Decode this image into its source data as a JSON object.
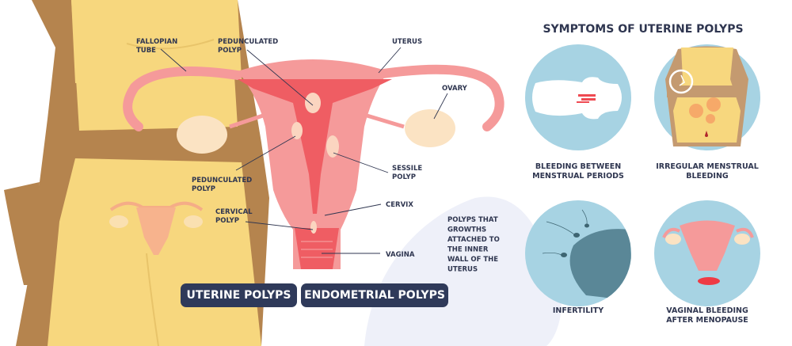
{
  "labels": {
    "fallopian_tube": [
      "FALLOPIAN",
      "TUBE"
    ],
    "pedunculated_top": [
      "PEDUNCULATED",
      "POLYP"
    ],
    "uterus": "UTERUS",
    "ovary": "OVARY",
    "sessile": [
      "SESSILE",
      "POLYP"
    ],
    "pedunculated_side": [
      "PEDUNCULATED",
      "POLYP"
    ],
    "cervical": [
      "CERVICAL",
      "POLYP"
    ],
    "cervix": "CERVIX",
    "vagina": "VAGINA"
  },
  "note": [
    "POLYPS THAT",
    "GROWTHS",
    "ATTACHED TO",
    "THE INNER",
    "WALL OF THE",
    "UTERUS"
  ],
  "badges": [
    "UTERINE POLYPS",
    "ENDOMETRIAL POLYPS"
  ],
  "symptoms": {
    "title": "SYMPTOMS OF UTERINE POLYPS",
    "items": [
      {
        "caption": [
          "BLEEDING BETWEEN",
          "MENSTRUAL PERIODS"
        ],
        "icon": "sanitary-pad-icon"
      },
      {
        "caption": [
          "IRREGULAR MENSTRUAL",
          "BLEEDING"
        ],
        "icon": "abdomen-pain-clock-icon"
      },
      {
        "caption": [
          "INFERTILITY"
        ],
        "icon": "sperm-egg-icon"
      },
      {
        "caption": [
          "VAGINAL BLEEDING",
          "AFTER MENOPAUSE"
        ],
        "icon": "uterus-bleeding-icon"
      }
    ]
  },
  "colors": {
    "navy": "#2f3a5a",
    "skin": "#b5844e",
    "dress": "#f7d77e",
    "uterus": "#f59a9a",
    "endometrium": "#ef5d63",
    "circle": "#a7d3e3",
    "ovary": "#fbe3c3"
  }
}
